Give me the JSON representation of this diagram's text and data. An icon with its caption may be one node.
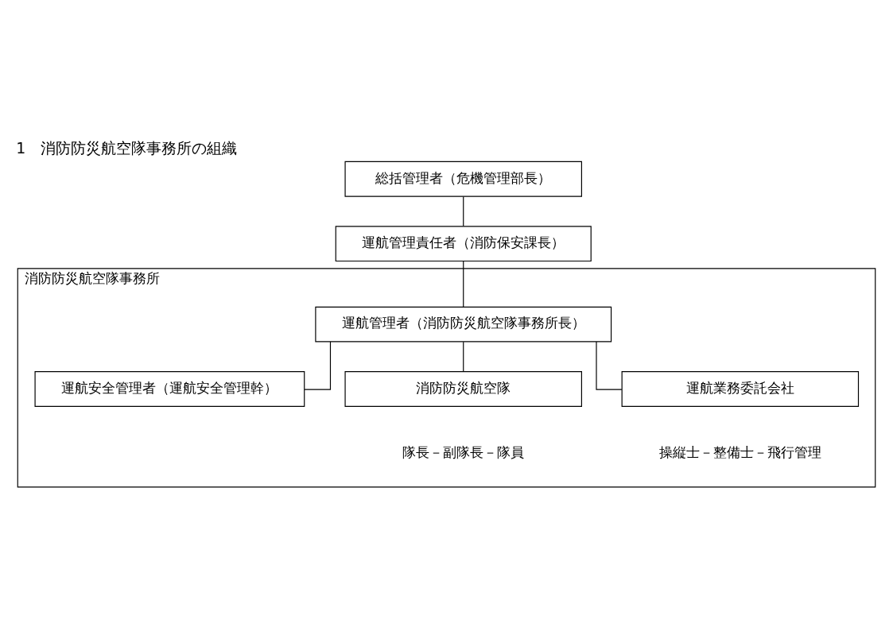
{
  "diagram": {
    "title": "1　消防防災航空隊事務所の組織",
    "nodes": [
      {
        "text": [
          "総括管理者（危機管理部長）"
        ]
      },
      {
        "text": [
          "運航管理責任者（消防保安課長）"
        ]
      },
      {
        "text": [
          "消防防災航空隊事務所"
        ]
      },
      {
        "text": [
          "運航管理者（消防防災航空隊事務所長）"
        ],
        "in": 2
      },
      {
        "text": [
          "運航安全管理者（運航安全管理幹）"
        ],
        "in": 2
      },
      {
        "text": [
          "消防防災航空隊"
        ],
        "in": 2,
        "beside": [
          "隊長－副隊長－隊員"
        ]
      },
      {
        "text": [
          "運航業務委託会社"
        ],
        "in": 2,
        "beside": [
          "操縦士－整備士－飛行管理"
        ]
      }
    ],
    "edges": [
      {
        "from": 0,
        "to": 1,
        "arrow": "none"
      },
      {
        "from": 1,
        "to": 3,
        "arrow": "none"
      },
      {
        "from": 3,
        "to": 4,
        "arrow": "none"
      },
      {
        "from": 3,
        "to": 5,
        "arrow": "none"
      },
      {
        "from": 3,
        "to": 6,
        "arrow": "none"
      }
    ]
  }
}
